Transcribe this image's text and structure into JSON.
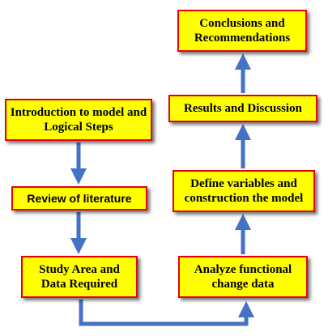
{
  "diagram": {
    "colors": {
      "box_fill": "#ffff00",
      "box_border": "#e8000b",
      "arrow": "#4472c4",
      "text": "#000000"
    },
    "boxes": {
      "intro": "Introduction to model and Logical Steps",
      "literature": "Review of literature",
      "study": "Study Area and Data Required",
      "analyze": "Analyze functional change data",
      "define": "Define variables and construction the model",
      "results": "Results and Discussion",
      "conclusions": "Conclusions and Recommendations"
    }
  }
}
